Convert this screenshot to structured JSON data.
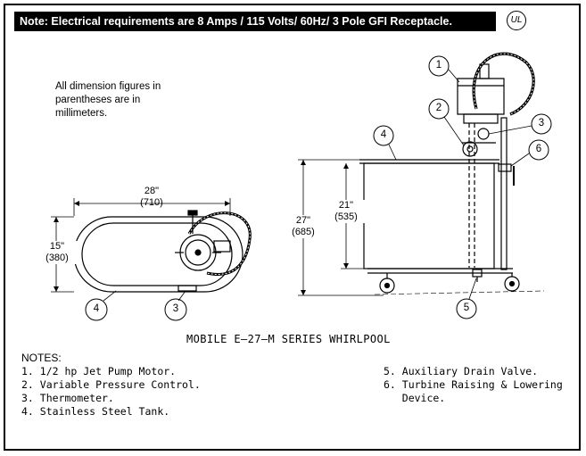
{
  "banner": "Note: Electrical requirements are 8 Amps / 115 Volts/ 60Hz/ 3 Pole GFI Receptacle.",
  "ul_mark": "UL",
  "dimension_note": "All dimension figures in parentheses are in millimeters.",
  "plan_view": {
    "length_in": "28\"",
    "length_mm": "(710)",
    "width_in": "15\"",
    "width_mm": "(380)",
    "callouts": [
      "4",
      "3"
    ]
  },
  "side_view": {
    "overall_height_in": "27\"",
    "overall_height_mm": "(685)",
    "tank_height_in": "21\"",
    "tank_height_mm": "(535)",
    "callouts": [
      "1",
      "2",
      "3",
      "4",
      "5",
      "6"
    ]
  },
  "title": "MOBILE E—27—M SERIES WHIRLPOOL",
  "notes": {
    "heading": "NOTES:",
    "left": [
      "1. 1/2 hp Jet Pump Motor.",
      "2. Variable Pressure Control.",
      "3. Thermometer.",
      "4. Stainless Steel Tank."
    ],
    "right": [
      "5. Auxiliary Drain Valve.",
      "6. Turbine Raising & Lowering",
      "   Device."
    ]
  }
}
